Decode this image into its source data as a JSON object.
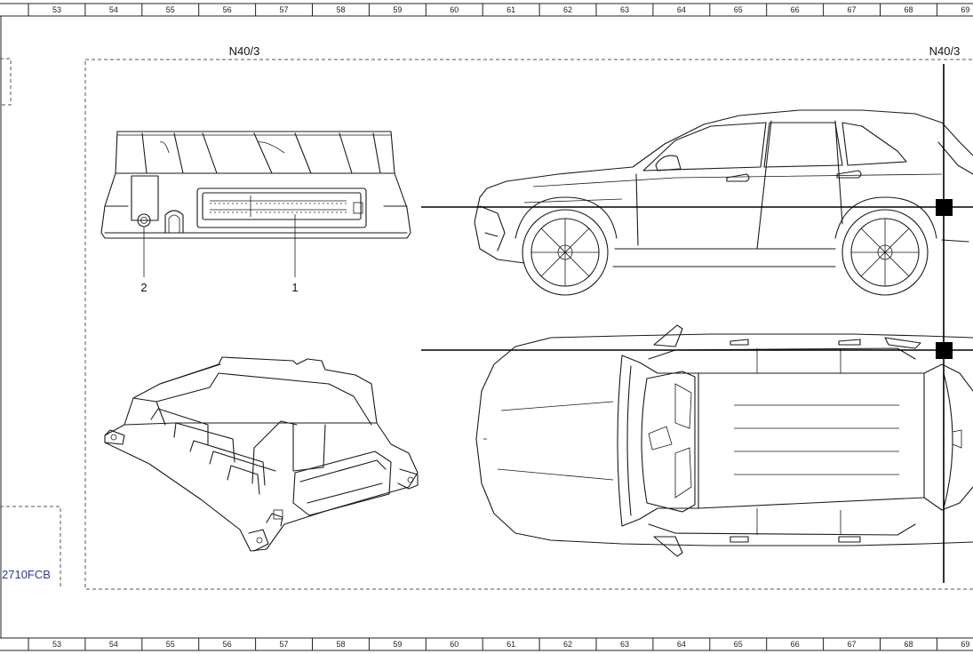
{
  "ruler": {
    "numbers": [
      "53",
      "54",
      "55",
      "56",
      "57",
      "58",
      "59",
      "60",
      "61",
      "62",
      "63",
      "64",
      "65",
      "66",
      "67",
      "68",
      "69"
    ]
  },
  "labels": {
    "component_left": "N40/3",
    "component_right": "N40/3",
    "callout_1": "1",
    "callout_2": "2",
    "doc_code": "2710FCB"
  },
  "colors": {
    "line": "#1a1a1a",
    "doc_code": "#2b3a9e",
    "marker": "#000000"
  }
}
